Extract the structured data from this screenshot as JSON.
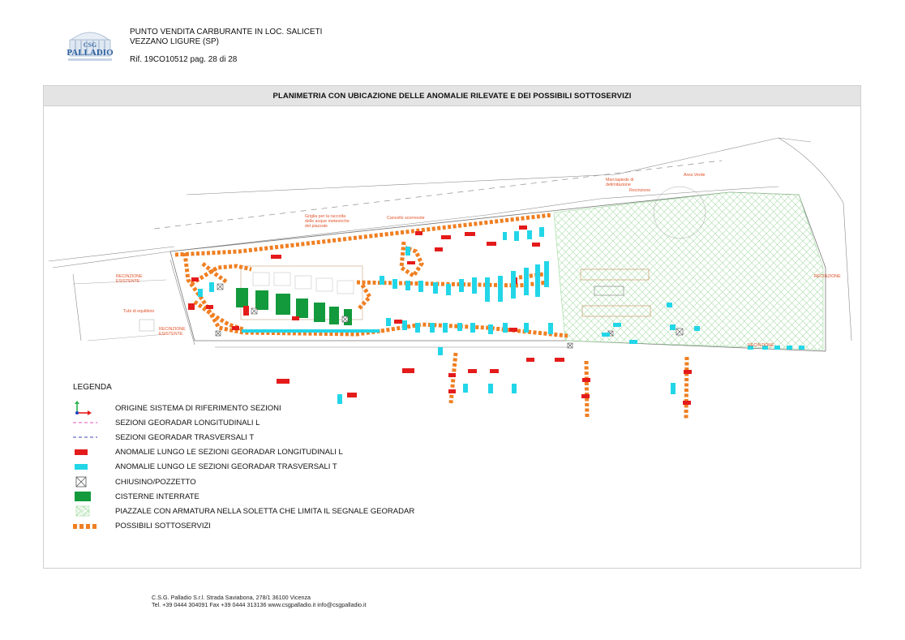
{
  "header": {
    "logo_text_top": "CSG",
    "logo_text": "PALLADIO",
    "line1": "PUNTO VENDITA CARBURANTE IN LOC. SALICETI",
    "line2": "VEZZANO LIGURE (SP)",
    "ref": "Rif. 19CO10512 pag. 28 di 28"
  },
  "title": "PLANIMETRIA CON UBICAZIONE DELLE ANOMALIE RILEVATE E DEI POSSIBILI SOTTOSERVIZI",
  "map_labels": {
    "recinzione_esistente_1": [
      "RECINZIONE",
      "ESISTENTE"
    ],
    "recinzione_esistente_2": [
      "RECINZIONE",
      "ESISTENTE"
    ],
    "tubi": "Tubi di equilibrio",
    "griglia": [
      "Griglia per la raccolta",
      "delle acque meteoriche",
      "del piazzale"
    ],
    "cancello": "Cancello scorrevole",
    "marciapiede": [
      "Marciapiede di",
      "delimitazione"
    ],
    "recinzione_top": "Recinzione",
    "area_verde": "Area Verde",
    "recinzione_right": "RECINZIONE",
    "recinzione_bottom": "RECINZIONE"
  },
  "legend": {
    "title": "LEGENDA",
    "items": [
      {
        "label": "ORIGINE SISTEMA DI RIFERIMENTO SEZIONI",
        "icon": "axis-origin-icon"
      },
      {
        "label": "SEZIONI GEORADAR LONGITUDINALI L",
        "icon": "dashed-line-pink-icon"
      },
      {
        "label": "SEZIONI GEORADAR TRASVERSALI T",
        "icon": "dashed-line-blue-icon"
      },
      {
        "label": "ANOMALIE LUNGO LE SEZIONI GEORADAR LONGITUDINALI L",
        "icon": "red-bar-icon"
      },
      {
        "label": "ANOMALIE LUNGO LE SEZIONI GEORADAR TRASVERSALI T",
        "icon": "cyan-bar-icon"
      },
      {
        "label": "CHIUSINO/POZZETTO",
        "icon": "manhole-icon"
      },
      {
        "label": "CISTERNE INTERRATE",
        "icon": "green-tank-icon"
      },
      {
        "label": "PIAZZALE CON ARMATURA NELLA SOLETTA CHE LIMITA IL SEGNALE GEORADAR",
        "icon": "hatch-icon"
      },
      {
        "label": "POSSIBILI SOTTOSERVIZI",
        "icon": "orange-dash-icon"
      }
    ]
  },
  "footer": {
    "line1": "C.S.G. Palladio S.r.l. Strada Saviabona, 278/1  36100 Vicenza",
    "line2": "Tel. +39 0444 304091  Fax +39 0444 313136   www.csgpalladio.it   info@csgpalladio.it"
  },
  "colors": {
    "anomaly_l": "#e41b1b",
    "anomaly_t": "#22d6e8",
    "tank": "#139a3c",
    "utility": "#f07f22",
    "hatch": "#9bd99b",
    "label": "#e2532a"
  }
}
